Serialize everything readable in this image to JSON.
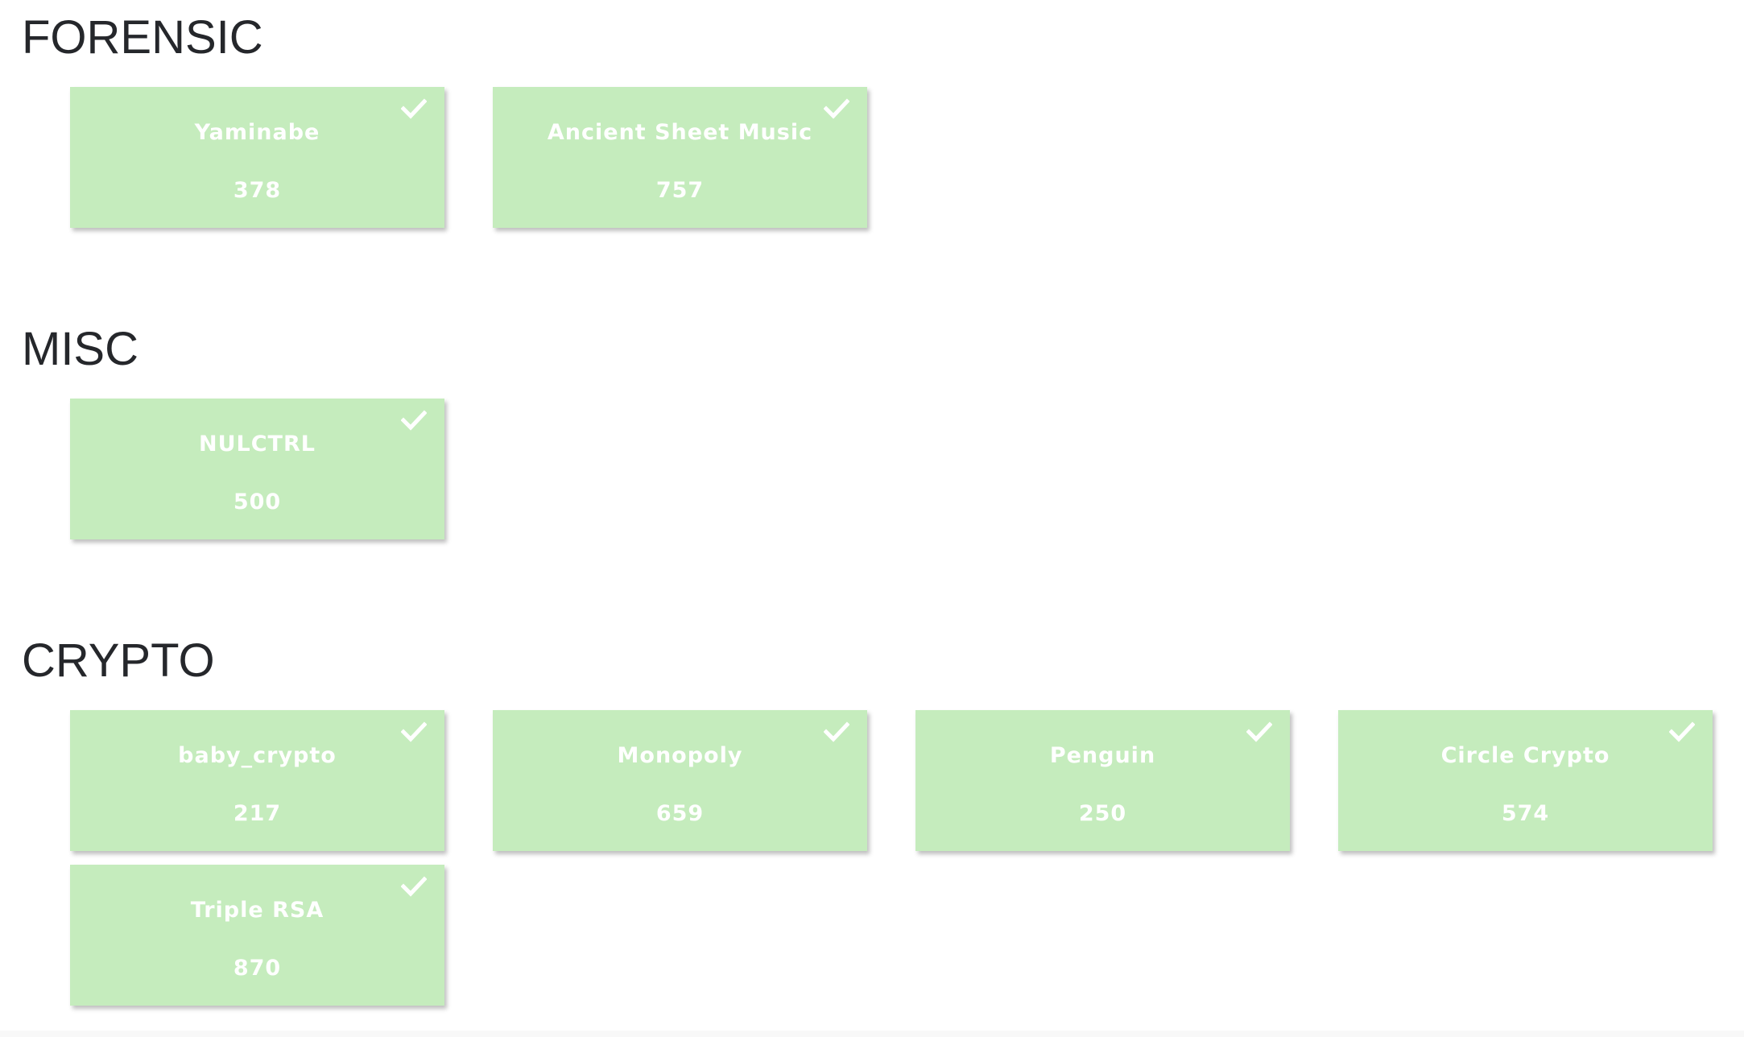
{
  "categories": [
    {
      "title": "FORENSIC",
      "challenges": [
        {
          "name": "Yaminabe",
          "points": "378",
          "solved": true,
          "icon": "check-icon"
        },
        {
          "name": "Ancient Sheet Music",
          "points": "757",
          "solved": true,
          "icon": "check-icon"
        }
      ]
    },
    {
      "title": "MISC",
      "challenges": [
        {
          "name": "NULCTRL",
          "points": "500",
          "solved": true,
          "icon": "check-icon"
        }
      ]
    },
    {
      "title": "CRYPTO",
      "challenges": [
        {
          "name": "baby_crypto",
          "points": "217",
          "solved": true,
          "icon": "check-icon"
        },
        {
          "name": "Monopoly",
          "points": "659",
          "solved": true,
          "icon": "check-icon"
        },
        {
          "name": "Penguin",
          "points": "250",
          "solved": true,
          "icon": "check-icon"
        },
        {
          "name": "Circle Crypto",
          "points": "574",
          "solved": true,
          "icon": "check-icon"
        },
        {
          "name": "Triple RSA",
          "points": "870",
          "solved": true,
          "icon": "check-icon"
        }
      ]
    }
  ],
  "colors": {
    "card_background": "#c5ecbd",
    "card_text": "#ffffff",
    "heading_text": "#25272b"
  }
}
